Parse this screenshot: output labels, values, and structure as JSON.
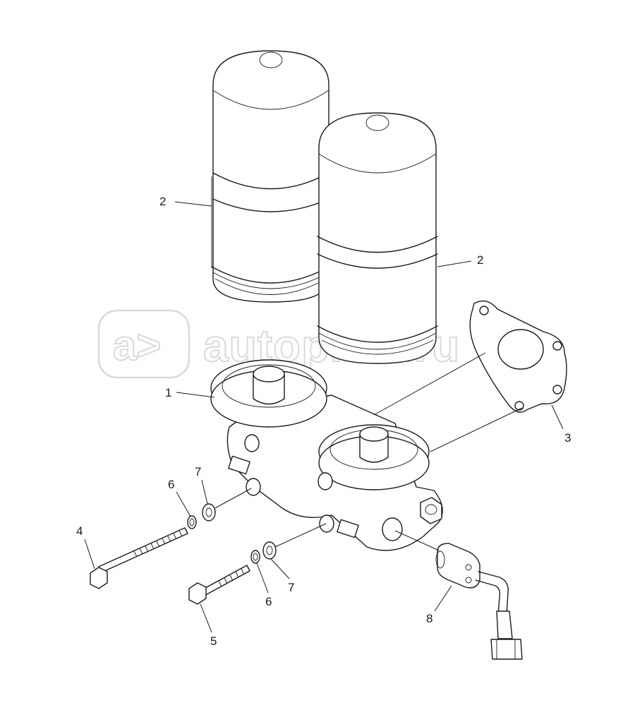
{
  "watermark": {
    "logo_symbol": "a>",
    "text": "autopiter.ru"
  },
  "callouts": [
    {
      "id": "c1",
      "label": "1"
    },
    {
      "id": "c2a",
      "label": "2"
    },
    {
      "id": "c2b",
      "label": "2"
    },
    {
      "id": "c3",
      "label": "3"
    },
    {
      "id": "c4",
      "label": "4"
    },
    {
      "id": "c5",
      "label": "5"
    },
    {
      "id": "c6a",
      "label": "6"
    },
    {
      "id": "c6b",
      "label": "6"
    },
    {
      "id": "c7a",
      "label": "7"
    },
    {
      "id": "c7b",
      "label": "7"
    },
    {
      "id": "c8",
      "label": "8"
    }
  ],
  "parts": [
    {
      "label": "1",
      "name": "filter-head"
    },
    {
      "label": "2",
      "name": "filter-element"
    },
    {
      "label": "3",
      "name": "gasket"
    },
    {
      "label": "4",
      "name": "long-bolt"
    },
    {
      "label": "5",
      "name": "short-bolt"
    },
    {
      "label": "6",
      "name": "lock-washer"
    },
    {
      "label": "7",
      "name": "flat-washer"
    },
    {
      "label": "8",
      "name": "sensor"
    }
  ]
}
